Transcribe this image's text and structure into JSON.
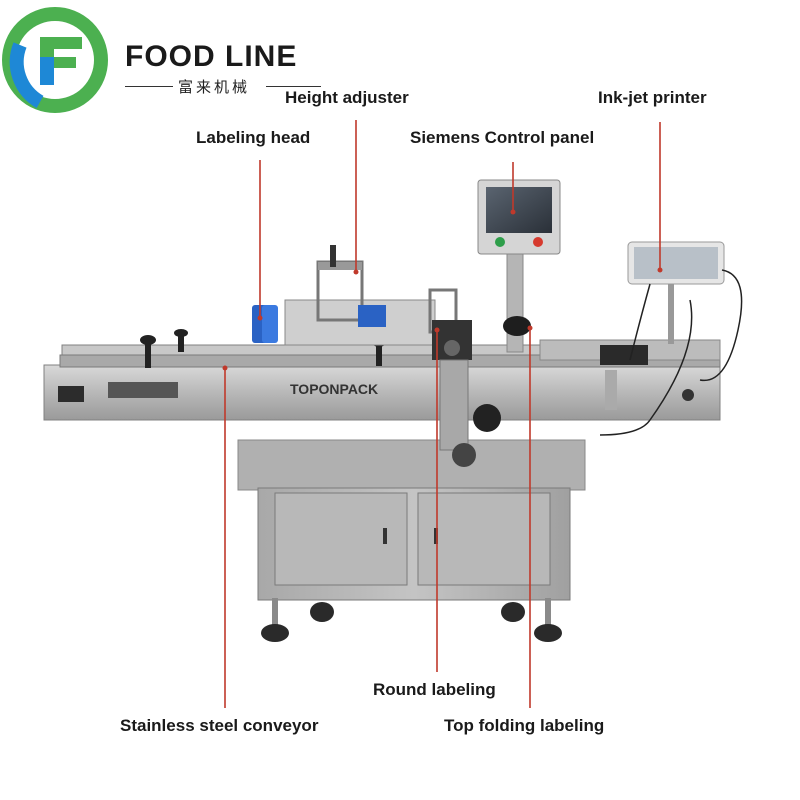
{
  "brand": {
    "name": "FOOD LINE",
    "subtitle": "富来机械",
    "colors": {
      "green": "#4cb050",
      "blue": "#1e88d6"
    }
  },
  "machine": {
    "front_panel_text": "TOPONPACK",
    "line_color": "#c0392b"
  },
  "callouts": {
    "height_adjuster": "Height adjuster",
    "inkjet_printer": "Ink-jet printer",
    "labeling_head": "Labeling head",
    "control_panel": "Siemens Control panel",
    "round_labeling": "Round labeling",
    "conveyor": "Stainless steel conveyor",
    "top_folding": "Top folding labeling"
  }
}
